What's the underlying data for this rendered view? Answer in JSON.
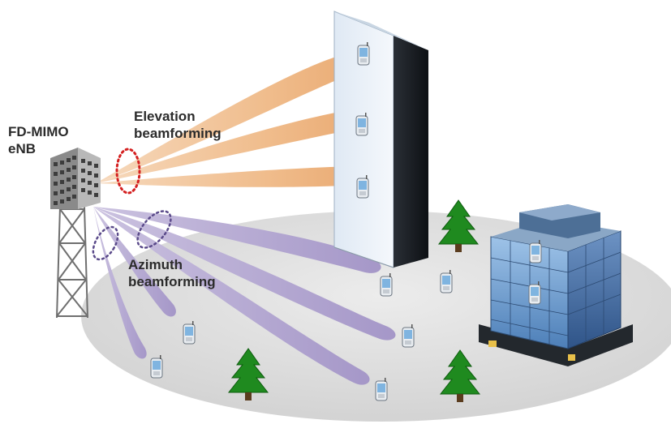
{
  "labels": {
    "enb": [
      "FD-MIMO",
      "eNB"
    ],
    "elevation": [
      "Elevation",
      "beamforming"
    ],
    "azimuth": [
      "Azimuth",
      "beamforming"
    ]
  },
  "colors": {
    "elevation_beam": "#f2c49a",
    "azimuth_beam": "#b3a6cf",
    "ground": "#dedede",
    "tree": "#1f8a1f",
    "elevation_marker": "#d42020",
    "azimuth_marker": "#5a4a8a"
  },
  "icons": [
    "antenna-tower-icon",
    "phone-icon",
    "tree-icon",
    "tall-building-icon",
    "office-building-icon"
  ]
}
